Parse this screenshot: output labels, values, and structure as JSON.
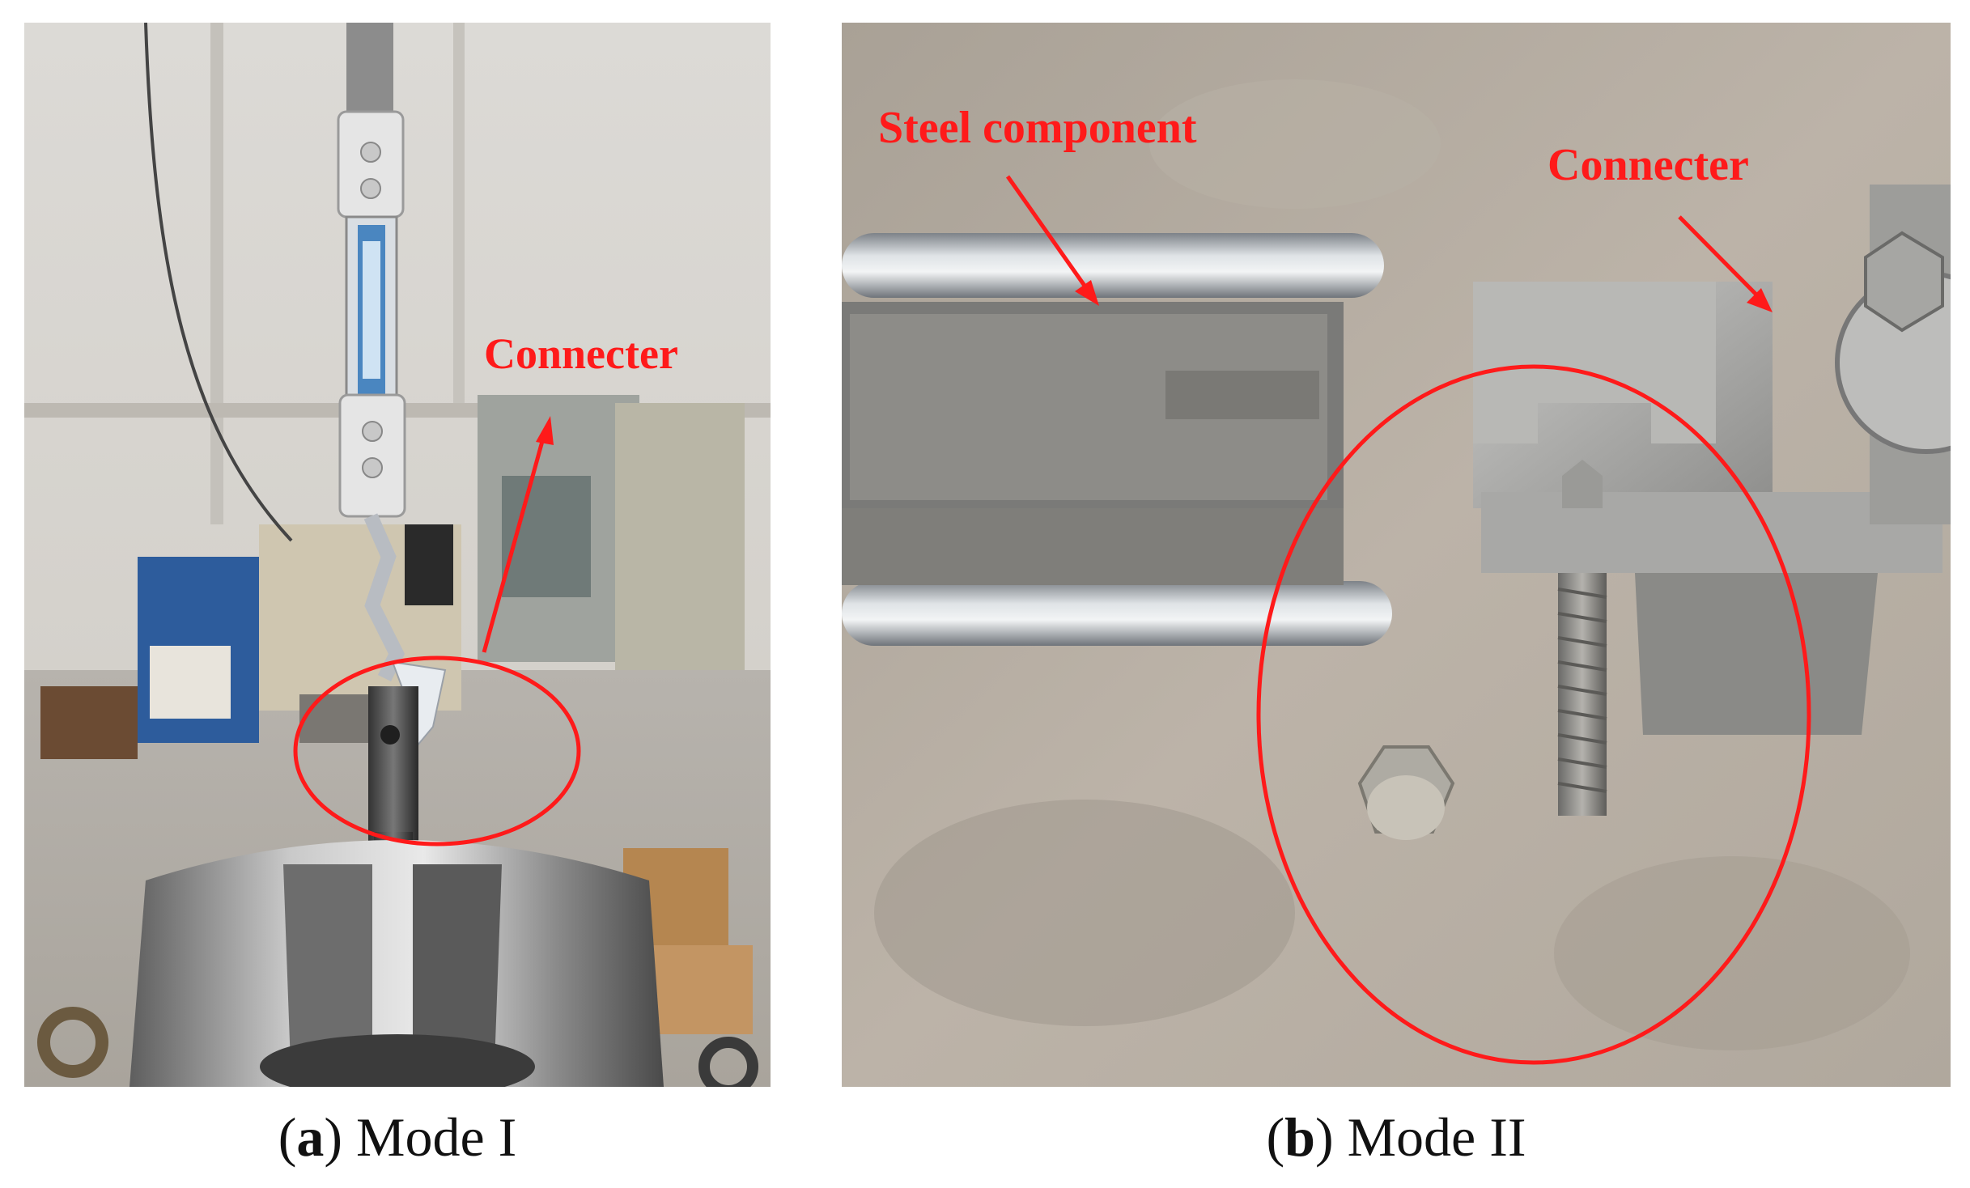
{
  "panel_a": {
    "annotation": "Connecter",
    "caption": {
      "open": "(",
      "letter": "a",
      "close": ")",
      "text": " Mode I"
    }
  },
  "panel_b": {
    "annotation_steel": "Steel component",
    "annotation_connecter": "Connecter",
    "caption": {
      "open": "(",
      "letter": "b",
      "close": ")",
      "text": " Mode II"
    }
  },
  "colors": {
    "annotation_red": "#ff1a1a"
  }
}
